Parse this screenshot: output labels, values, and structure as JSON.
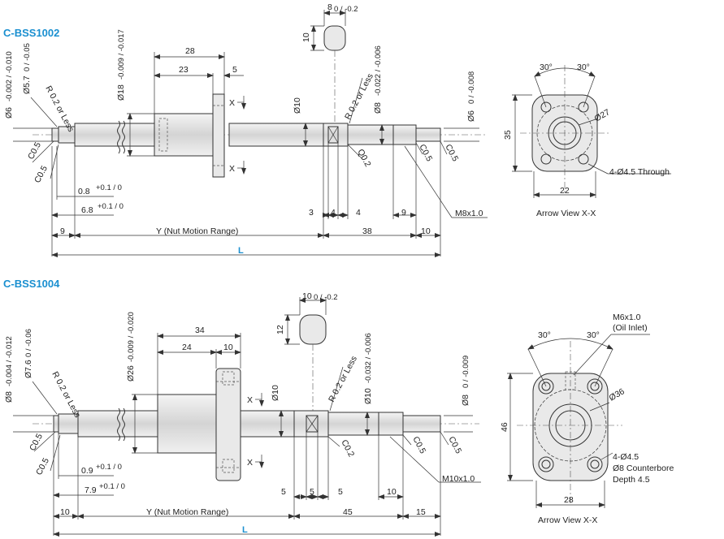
{
  "colors": {
    "title": "#1a8fd0",
    "line": "#333333",
    "shaft_fill": "#dcdcdc"
  },
  "top": {
    "title": "C-BSS1002",
    "d_left_tip": "Ø6",
    "d_left_tip_tol": "-0.002 / -0.010",
    "d_left_step": "Ø5.7",
    "d_left_step_tol": "0 / -0.05",
    "r_left": "R 0.2 or Less",
    "d_nut": "Ø18",
    "d_nut_tol": "-0.009 / -0.017",
    "nut_len": "28",
    "nut_body": "23",
    "flange_w": "5",
    "d_screw": "Ø10",
    "r_right": "R 0.2 or Less",
    "d_right_step": "Ø8",
    "d_right_step_tol": "-0.022 / -0.006",
    "d_right_tip": "Ø6",
    "d_right_tip_tol": "0 / -0.008",
    "key_w": "8",
    "key_w_tol": "0 / -0.2",
    "key_h": "10",
    "x_mark": "X",
    "c05": "C0.5",
    "c02": "Q0.2",
    "dim_08": "0.8",
    "dim_08_tol": "+0.1 / 0",
    "dim_68": "6.8",
    "dim_68_tol": "+0.1 / 0",
    "dim_3": "3",
    "dim_4a": "4",
    "dim_4b": "4",
    "dim_9r": "9",
    "thread": "M8x1.0",
    "dim_9": "9",
    "y_label": "Y (Nut Motion Range)",
    "dim_38": "38",
    "dim_10": "10",
    "L": "L",
    "view": {
      "angle_a": "30°",
      "angle_b": "30°",
      "pcd": "Ø27",
      "height": "35",
      "holes": "4-Ø4.5 Through",
      "width": "22",
      "caption": "Arrow View X-X"
    }
  },
  "bottom": {
    "title": "C-BSS1004",
    "d_left_tip": "Ø8",
    "d_left_tip_tol": "-0.004 / -0.012",
    "d_left_step": "Ø7.6",
    "d_left_step_tol": "0 / -0.06",
    "r_left": "R 0.2 or Less",
    "d_nut": "Ø26",
    "d_nut_tol": "-0.009 / -0.020",
    "nut_len": "34",
    "nut_body": "24",
    "flange_w": "10",
    "d_screw": "Ø10",
    "r_right": "R 0.2 or Less",
    "d_right_step": "Ø10",
    "d_right_step_tol": "-0.032 / -0.006",
    "d_right_tip": "Ø8",
    "d_right_tip_tol": "0 / -0.009",
    "key_w": "10",
    "key_w_tol": "0 / -0.2",
    "key_h": "12",
    "x_mark": "X",
    "c05": "C0.5",
    "c02": "C0.2",
    "dim_09": "0.9",
    "dim_09_tol": "+0.1 / 0",
    "dim_79": "7.9",
    "dim_79_tol": "+0.1 / 0",
    "dim_5a": "5",
    "dim_5b": "5",
    "dim_5c": "5",
    "dim_10r": "10",
    "thread": "M10x1.0",
    "dim_10": "10",
    "y_label": "Y (Nut Motion Range)",
    "dim_45": "45",
    "dim_15": "15",
    "L": "L",
    "view": {
      "oil1": "M6x1.0",
      "oil2": "(Oil Inlet)",
      "angle_a": "30°",
      "angle_b": "30°",
      "pcd": "Ø36",
      "height": "46",
      "holes1": "4-Ø4.5",
      "holes2": "Ø8 Counterbore",
      "holes3": "Depth 4.5",
      "width": "28",
      "caption": "Arrow View X-X"
    }
  }
}
